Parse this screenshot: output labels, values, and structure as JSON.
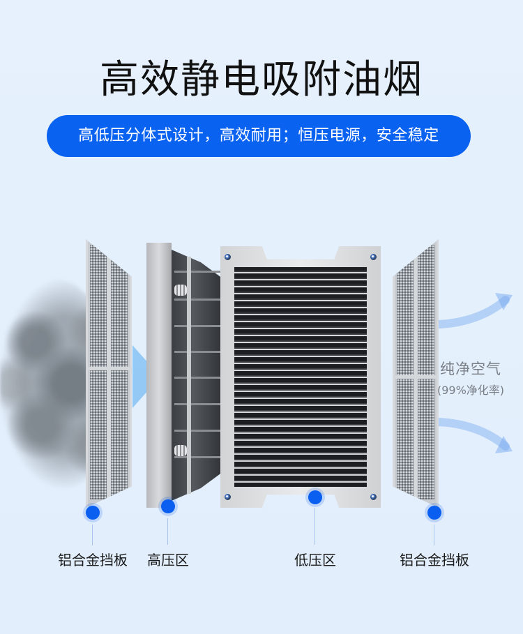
{
  "header": {
    "title": "高效静电吸附油烟",
    "subtitle": "高低压分体式设计，高效耐用；恒压电源，安全稳定"
  },
  "diagram": {
    "clean_air": {
      "title": "纯净空气",
      "note": "(99%净化率)"
    },
    "parts": [
      {
        "label": "铝合金挡板",
        "position": "left-front"
      },
      {
        "label": "高压区",
        "position": "center-left"
      },
      {
        "label": "低压区",
        "position": "center-right"
      },
      {
        "label": "铝合金挡板",
        "position": "right-rear"
      }
    ],
    "icons": {
      "smoke": "smoke-cloud-icon",
      "airflow_in": "chevron-right-icon",
      "airflow_out": "curved-arrow-icon"
    }
  },
  "colors": {
    "background": "#e4f0fd",
    "accent": "#0a62f0",
    "title_text": "#111111",
    "label_text": "#1a1a1a",
    "muted_text": "#7a7f86"
  }
}
